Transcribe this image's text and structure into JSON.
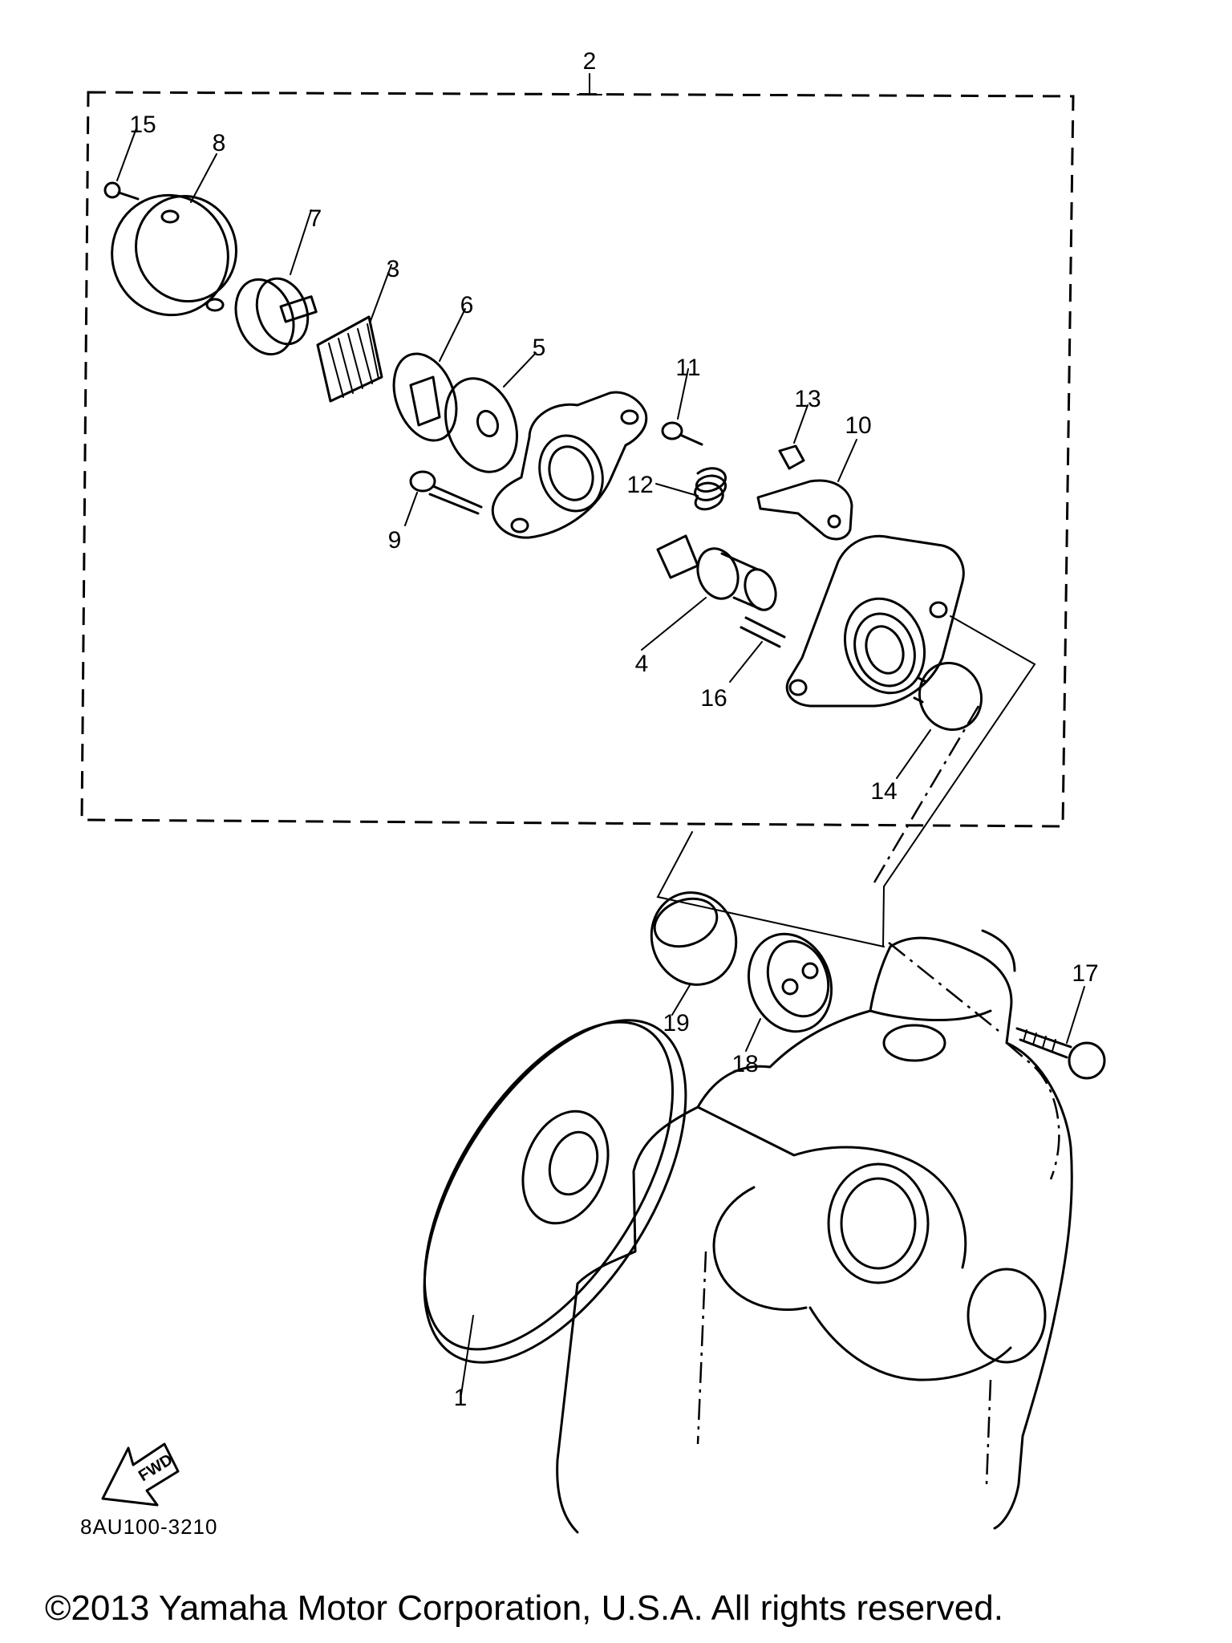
{
  "diagram": {
    "callouts": [
      "1",
      "2",
      "3",
      "4",
      "5",
      "6",
      "7",
      "8",
      "9",
      "10",
      "11",
      "12",
      "13",
      "14",
      "15",
      "16",
      "17",
      "18",
      "19"
    ],
    "fwd_label": "FWD",
    "code": "8AU100-3210"
  },
  "footer": {
    "copyright": "©2013 Yamaha Motor Corporation, U.S.A. All rights reserved."
  }
}
